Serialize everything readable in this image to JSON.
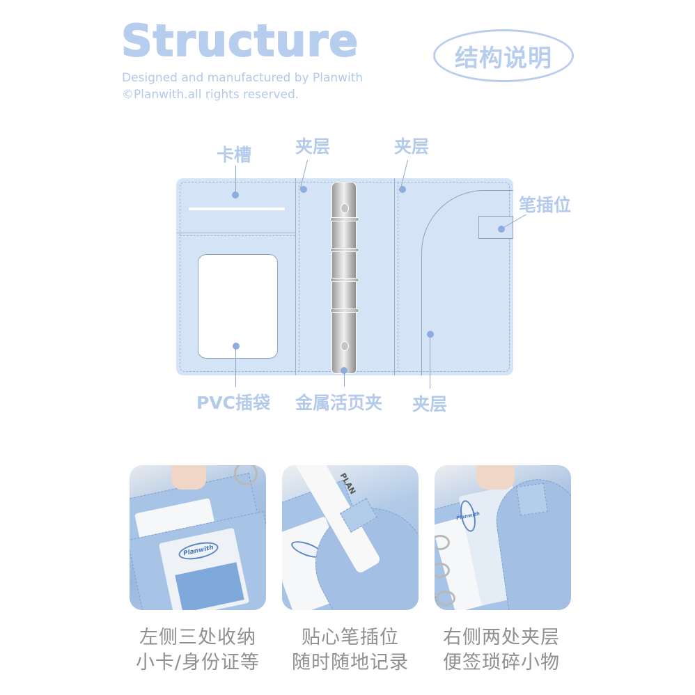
{
  "header": {
    "title": "Structure",
    "subtitle_line1": "Designed and manufactured by Planwith",
    "subtitle_line2": "©Planwith.all rights reserved.",
    "badge": "结构说明"
  },
  "colors": {
    "accent": "#b7cdee",
    "binder_fill": "#d4e3f6",
    "dot": "#8eaddf",
    "caption_text": "#8f8f8f"
  },
  "diagram": {
    "labels": {
      "card_slot": "卡槽",
      "inner_pocket_left": "夹层",
      "inner_pocket_right": "夹层",
      "pen_holder": "笔插位",
      "pvc_pocket": "PVC插袋",
      "metal_rings": "金属活页夹",
      "inner_pocket_bottom": "夹层"
    }
  },
  "photos": [
    {
      "brand": "Planwith",
      "caption_line1": "左侧三处收纳",
      "caption_line2": "小卡/身份证等"
    },
    {
      "brand": "PLAN",
      "caption_line1": "贴心笔插位",
      "caption_line2": "随时随地记录"
    },
    {
      "brand": "Planwith",
      "caption_line1": "右侧两处夹层",
      "caption_line2": "便签琐碎小物"
    }
  ]
}
